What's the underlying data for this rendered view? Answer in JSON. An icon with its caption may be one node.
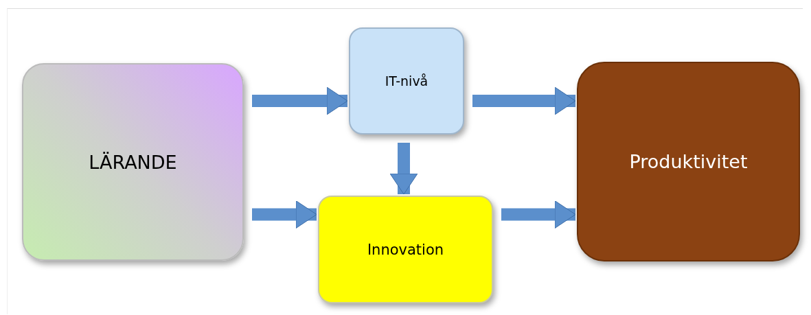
{
  "diagram": {
    "nodes": [
      {
        "text": [
          "LÄRANDE"
        ]
      },
      {
        "text": [
          "IT-nivå"
        ]
      },
      {
        "text": [
          "Innovation"
        ]
      },
      {
        "text": [
          "Produktivitet"
        ]
      }
    ],
    "edges": [
      {
        "from": 0,
        "to": 1,
        "arrow": "to"
      },
      {
        "from": 0,
        "to": 2,
        "arrow": "to"
      },
      {
        "from": 1,
        "to": 2,
        "arrow": "to"
      },
      {
        "from": 1,
        "to": 3,
        "arrow": "to"
      },
      {
        "from": 2,
        "to": 3,
        "arrow": "to"
      }
    ]
  }
}
